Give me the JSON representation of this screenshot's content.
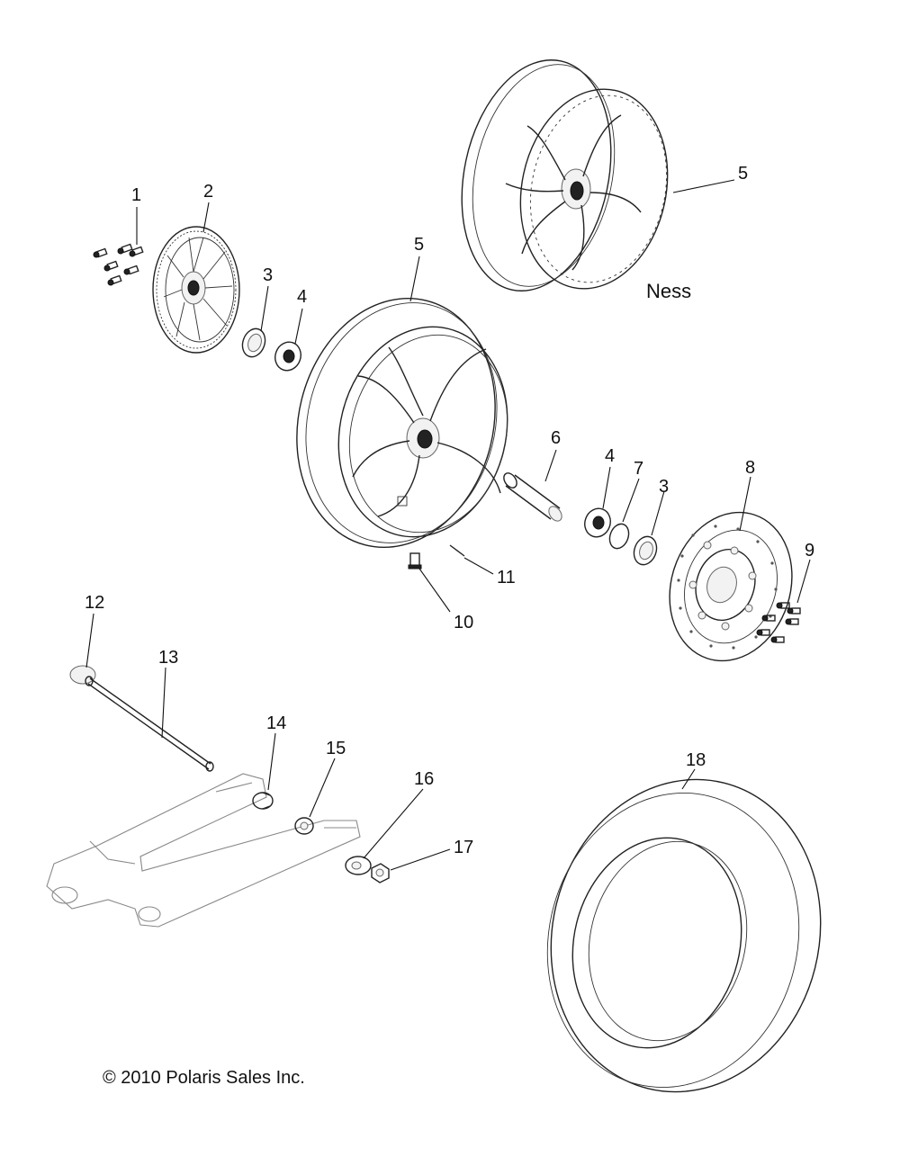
{
  "callouts": [
    "1",
    "2",
    "3",
    "4",
    "5",
    "5",
    "6",
    "4",
    "7",
    "3",
    "8",
    "9",
    "10",
    "11",
    "12",
    "13",
    "14",
    "15",
    "16",
    "17",
    "18"
  ],
  "variant_label": "Ness",
  "copyright": "© 2010 Polaris Sales Inc."
}
